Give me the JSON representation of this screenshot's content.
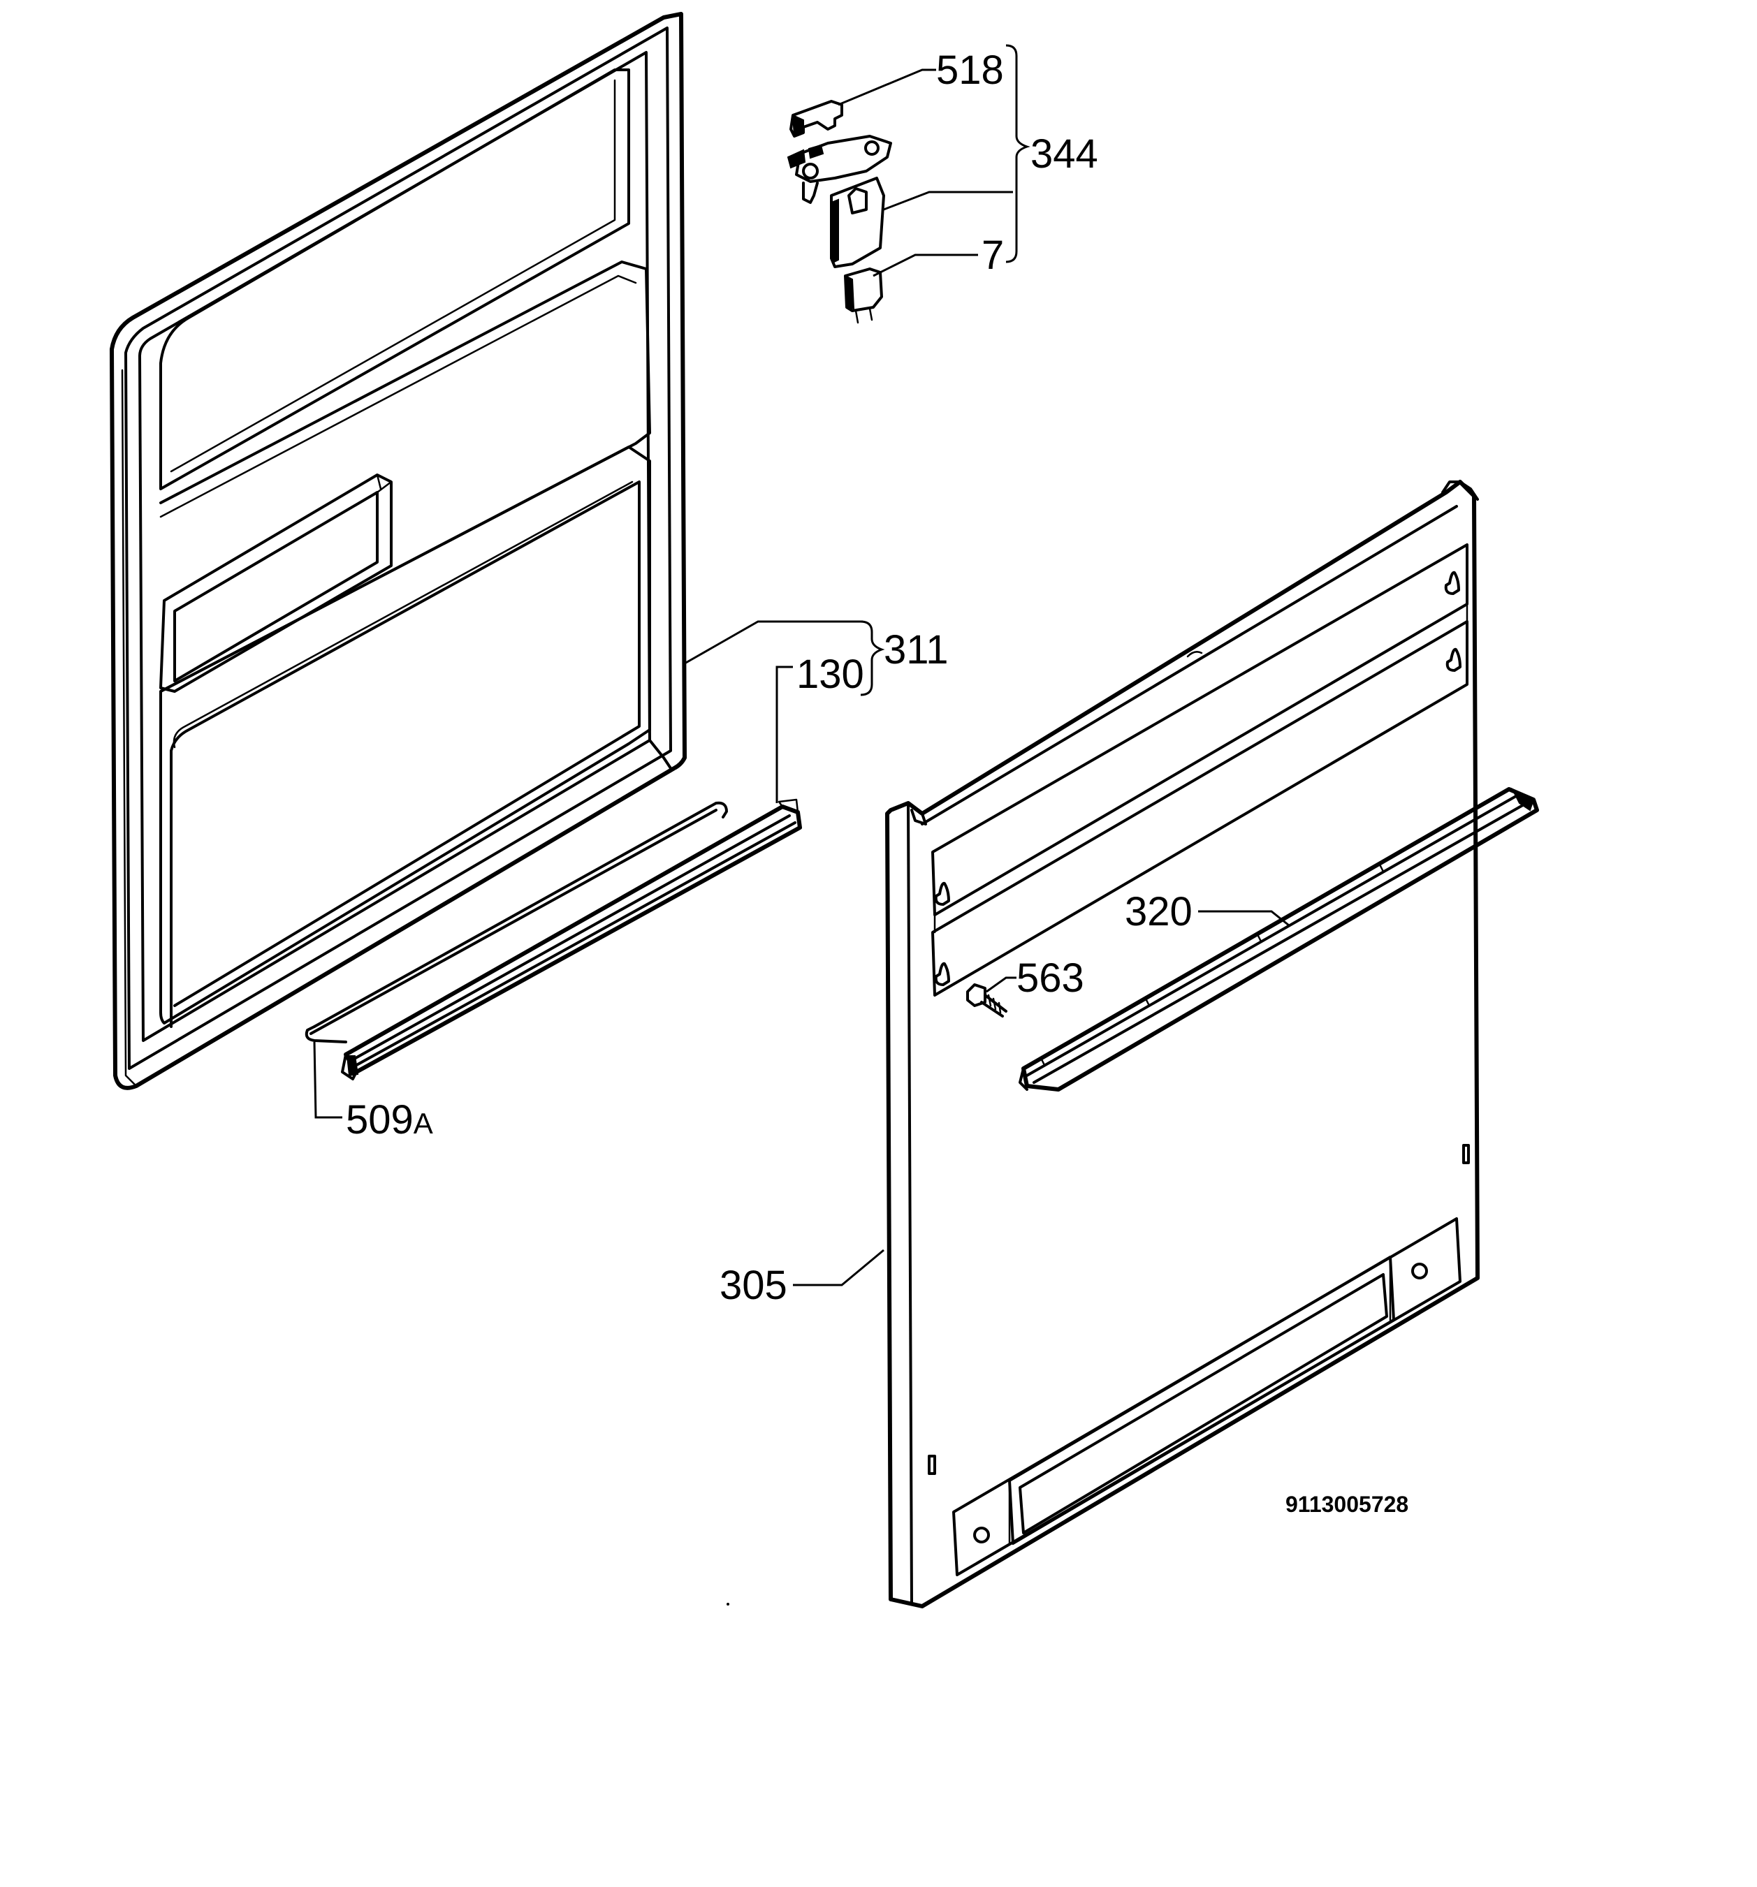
{
  "diagram": {
    "drawing_number": "9113005728",
    "parts": [
      {
        "id": "518",
        "text": "518"
      },
      {
        "id": "344",
        "text": "344"
      },
      {
        "id": "7",
        "text": "7"
      },
      {
        "id": "311",
        "text": "311"
      },
      {
        "id": "130",
        "text": "130"
      },
      {
        "id": "509A",
        "text": "509",
        "suffix": "A"
      },
      {
        "id": "320",
        "text": "320"
      },
      {
        "id": "563",
        "text": "563"
      },
      {
        "id": "305",
        "text": "305"
      }
    ]
  }
}
